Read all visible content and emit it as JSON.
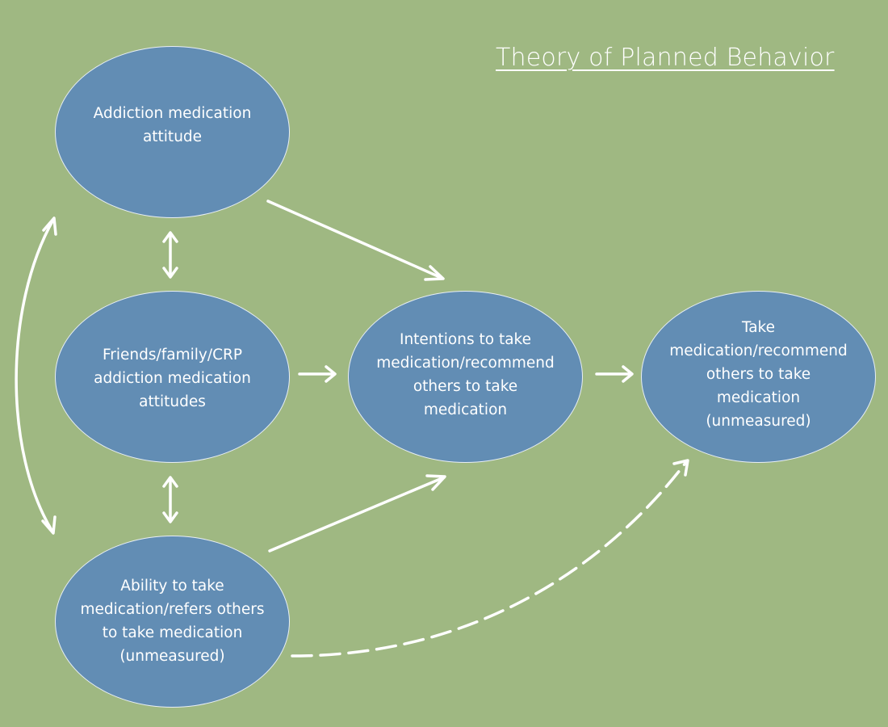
{
  "diagram": {
    "title": "Theory of Planned Behavior",
    "nodes": {
      "attitude": "Addiction medication\nattitude",
      "norms": "Friends/family/CRP\naddiction medication\nattitudes",
      "ability": "Ability to take\nmedication/refers others\nto take medication\n(unmeasured)",
      "intentions": "Intentions to take\nmedication/recommend\nothers to take\nmedication",
      "behavior": "Take\nmedication/recommend\nothers to take\nmedication\n(unmeasured)"
    },
    "edges": [
      {
        "from": "attitude",
        "to": "intentions",
        "style": "solid",
        "direction": "one-way"
      },
      {
        "from": "norms",
        "to": "intentions",
        "style": "solid",
        "direction": "one-way"
      },
      {
        "from": "ability",
        "to": "intentions",
        "style": "solid",
        "direction": "one-way"
      },
      {
        "from": "intentions",
        "to": "behavior",
        "style": "solid",
        "direction": "one-way"
      },
      {
        "from": "ability",
        "to": "behavior",
        "style": "dashed",
        "direction": "one-way"
      },
      {
        "from": "attitude",
        "to": "norms",
        "style": "solid",
        "direction": "two-way"
      },
      {
        "from": "norms",
        "to": "ability",
        "style": "solid",
        "direction": "two-way"
      },
      {
        "from": "attitude",
        "to": "ability",
        "style": "solid",
        "direction": "two-way"
      }
    ],
    "colors": {
      "background": "#9fb882",
      "node_fill": "#628db4",
      "node_border": "#e7eef5",
      "text": "#ffffff",
      "arrow": "#ffffff"
    }
  }
}
